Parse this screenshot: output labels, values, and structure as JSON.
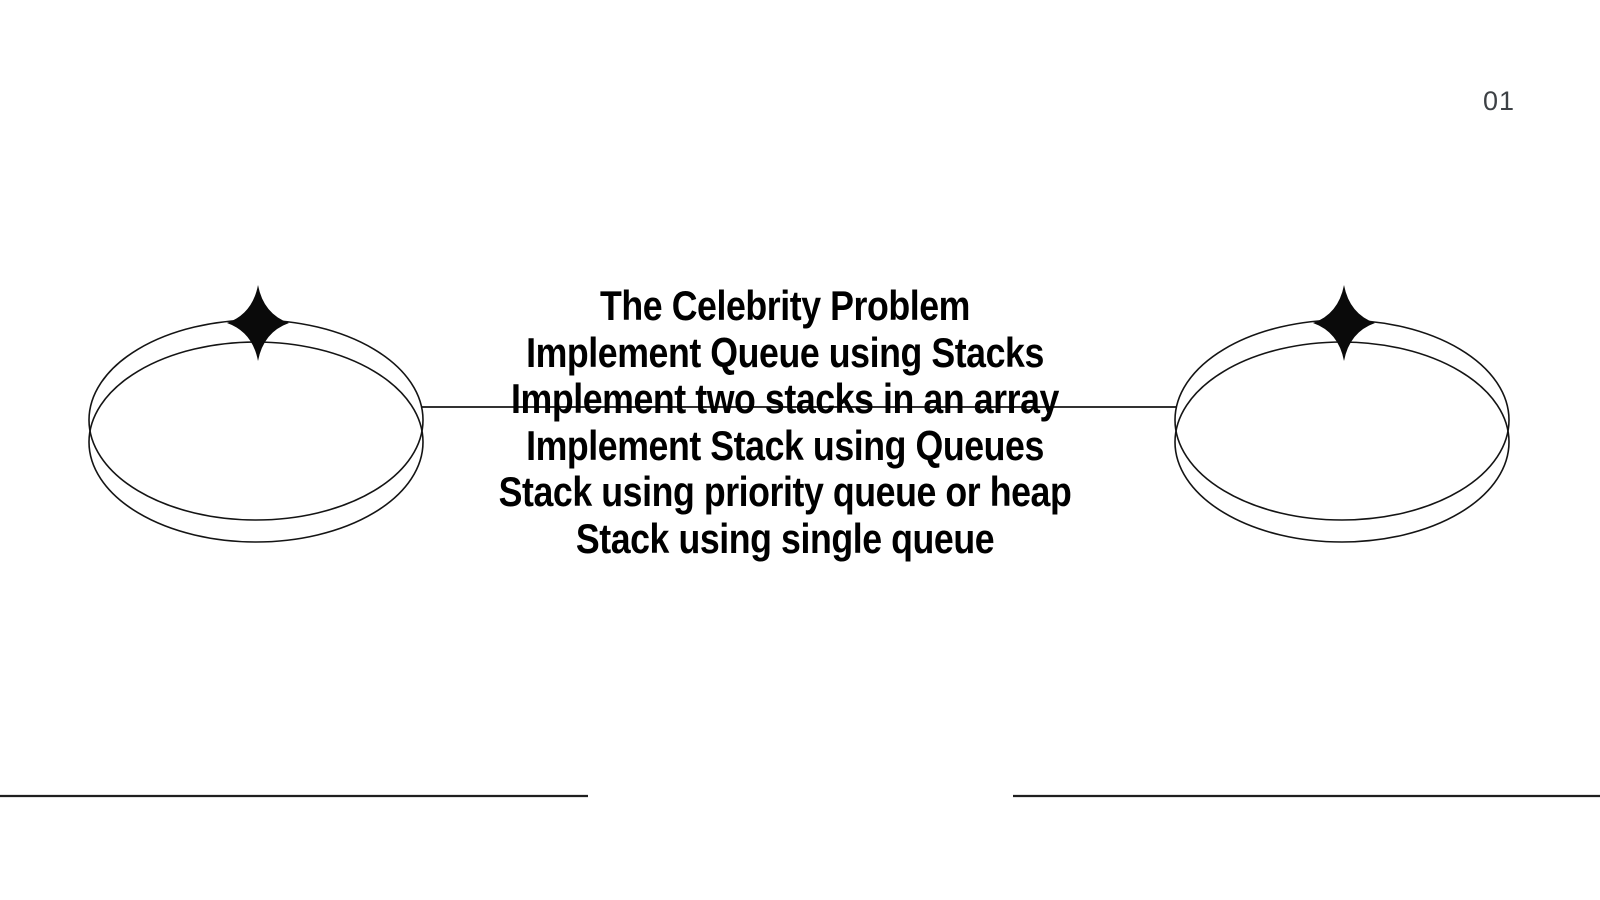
{
  "page": {
    "number": "01"
  },
  "topics": {
    "items": [
      "The Celebrity Problem",
      "Implement Queue using Stacks",
      "Implement two stacks in an array",
      "Implement Stack using Queues",
      "Stack using priority queue or heap",
      "Stack using single queue"
    ],
    "struck_through_item": "Implement two stacks in an array"
  },
  "decorations": {
    "left_loop": "double-ellipse with sparkle",
    "right_loop": "double-ellipse with sparkle",
    "connector": "horizontal line between loops crossing third topic line",
    "bottom_rules": "two horizontal lines at page bottom"
  },
  "colors": {
    "background": "#ffffff",
    "text": "#000000",
    "shape_stroke": "#141414",
    "bottom_rule": "#1f1f1f",
    "page_number": "#3d4145",
    "sparkle_fill": "#0a0a0a"
  }
}
